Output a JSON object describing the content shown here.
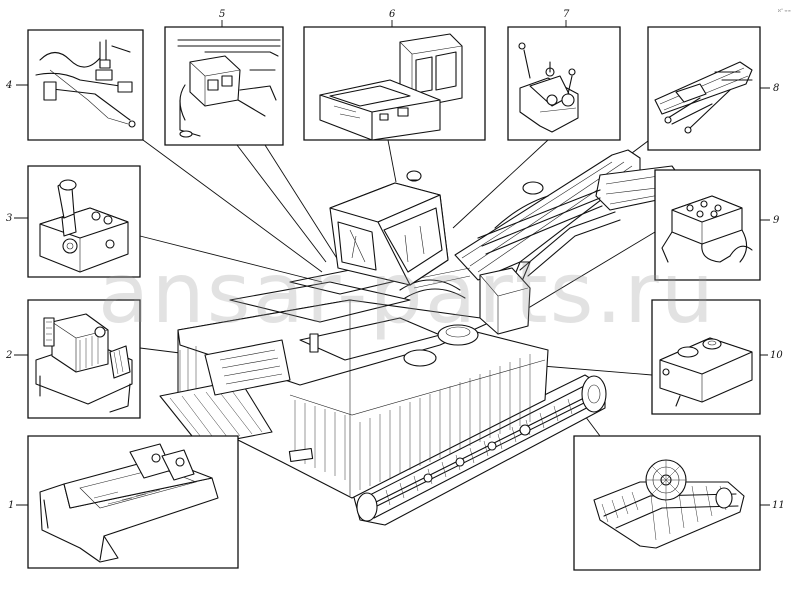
{
  "diagram": {
    "corner_code": "ℵ° ∞∞",
    "callouts": [
      {
        "id": "1",
        "label": "1"
      },
      {
        "id": "2",
        "label": "2"
      },
      {
        "id": "3",
        "label": "3"
      },
      {
        "id": "4",
        "label": "4"
      },
      {
        "id": "5",
        "label": "5"
      },
      {
        "id": "6",
        "label": "6"
      },
      {
        "id": "7",
        "label": "7"
      },
      {
        "id": "8",
        "label": "8"
      },
      {
        "id": "9",
        "label": "9"
      },
      {
        "id": "10",
        "label": "10"
      },
      {
        "id": "11",
        "label": "11"
      }
    ]
  },
  "watermark": {
    "text": "ansar-parts.ru"
  }
}
